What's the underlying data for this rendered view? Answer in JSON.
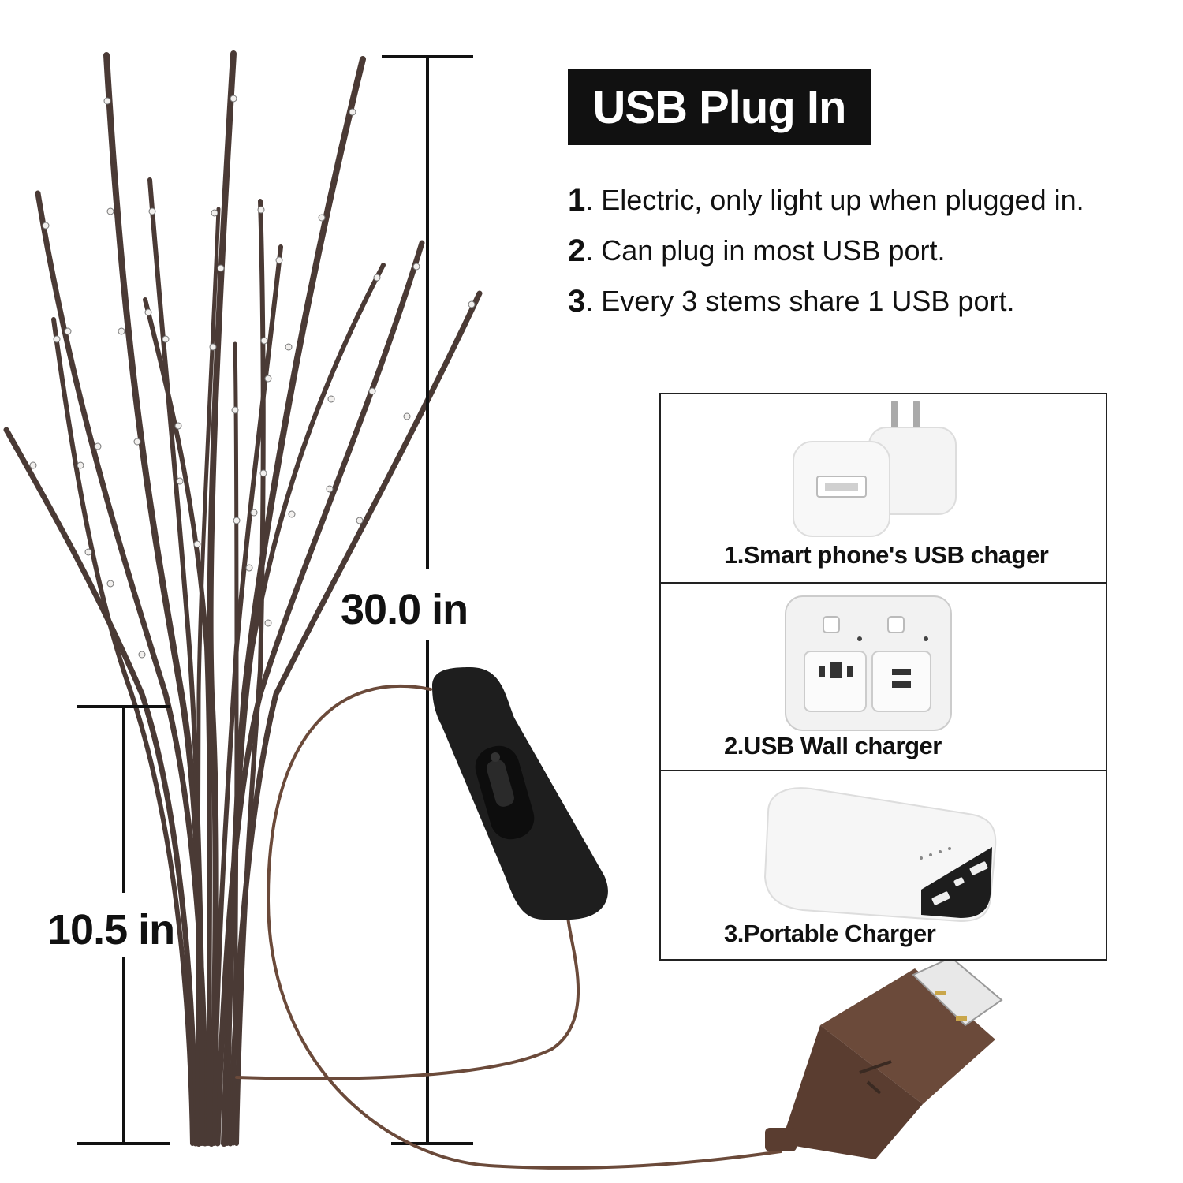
{
  "title": "USB Plug In",
  "features": [
    {
      "num": "1",
      "text": ". Electric, only light up when plugged in."
    },
    {
      "num": "2",
      "text": ". Can plug in most USB port."
    },
    {
      "num": "3",
      "text": ". Every 3 stems share 1 USB port."
    }
  ],
  "dimensions": {
    "height_total": "30.0 in",
    "height_base": "10.5 in"
  },
  "chargers": [
    {
      "label": "1.Smart phone's USB chager",
      "icon": "wall-adapter-icon"
    },
    {
      "label": "2.USB Wall charger",
      "icon": "wall-socket-icon"
    },
    {
      "label": "3.Portable Charger",
      "icon": "power-bank-icon"
    }
  ],
  "colors": {
    "branch": "#4a3a35",
    "cable": "#6b4a3a",
    "title_bg": "#111111",
    "title_text": "#ffffff"
  }
}
